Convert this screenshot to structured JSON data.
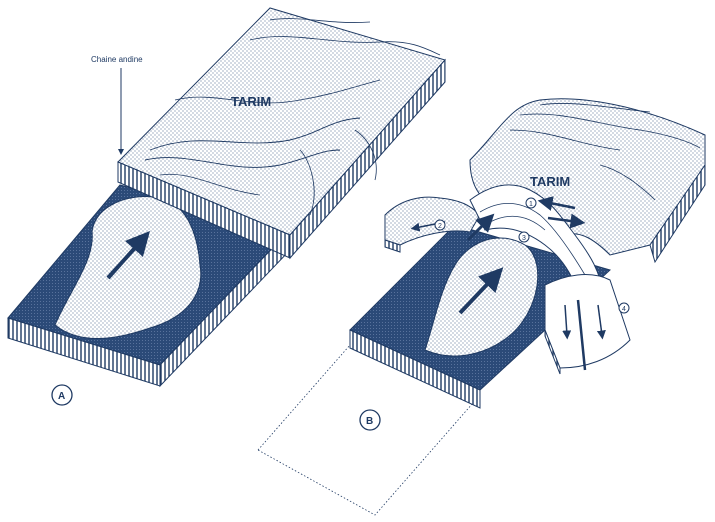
{
  "labels": {
    "andes_chain": "Chaine andine",
    "tarim_a": "TARIM",
    "tarim_b": "TARIM",
    "panel_a": "A",
    "panel_b": "B",
    "zone_1": "1",
    "zone_2": "2",
    "zone_3": "3",
    "zone_4": "4"
  },
  "colors": {
    "ink": "#1f3a63",
    "dark_plate": "#2b4a78",
    "light_fill": "#e8edf4",
    "white": "#ffffff"
  }
}
